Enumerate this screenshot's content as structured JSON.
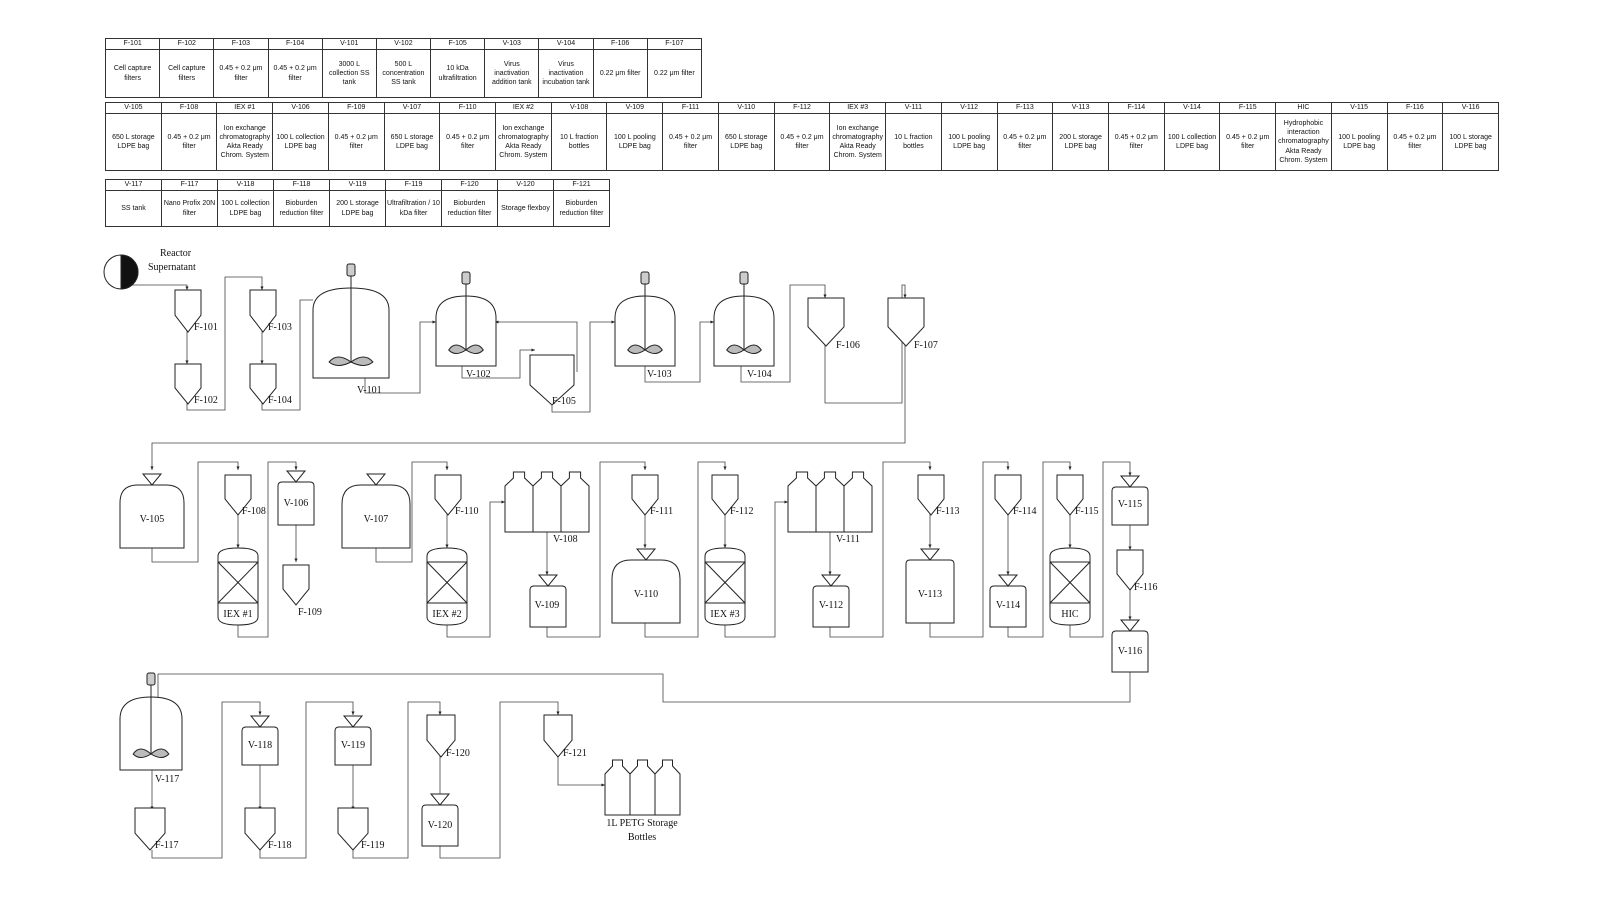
{
  "tables": [
    {
      "rows": [
        {
          "id": "F-101",
          "desc": "Cell capture filters"
        },
        {
          "id": "F-102",
          "desc": "Cell capture filters"
        },
        {
          "id": "F-103",
          "desc": "0.45 + 0.2 μm filter"
        },
        {
          "id": "F-104",
          "desc": "0.45 + 0.2 μm filter"
        },
        {
          "id": "V-101",
          "desc": "3000 L collection SS tank"
        },
        {
          "id": "V-102",
          "desc": "500 L concentration SS tank"
        },
        {
          "id": "F-105",
          "desc": "10 kDa ultrafiltration"
        },
        {
          "id": "V-103",
          "desc": "Virus inactivation addition tank"
        },
        {
          "id": "V-104",
          "desc": "Virus inactivation incubation tank"
        },
        {
          "id": "F-106",
          "desc": "0.22 μm filter"
        },
        {
          "id": "F-107",
          "desc": "0.22 μm filter"
        }
      ]
    },
    {
      "rows": [
        {
          "id": "V-105",
          "desc": "650 L storage LDPE bag"
        },
        {
          "id": "F-108",
          "desc": "0.45 + 0.2 μm filter"
        },
        {
          "id": "IEX #1",
          "desc": "Ion exchange chromatography Akta Ready Chrom. System"
        },
        {
          "id": "V-106",
          "desc": "100 L collection LDPE bag"
        },
        {
          "id": "F-109",
          "desc": "0.45 + 0.2 μm filter"
        },
        {
          "id": "V-107",
          "desc": "650 L storage LDPE bag"
        },
        {
          "id": "F-110",
          "desc": "0.45 + 0.2 μm filter"
        },
        {
          "id": "IEX #2",
          "desc": "Ion exchange chromatography Akta Ready Chrom. System"
        },
        {
          "id": "V-108",
          "desc": "10 L fraction bottles"
        },
        {
          "id": "V-109",
          "desc": "100 L pooling LDPE bag"
        },
        {
          "id": "F-111",
          "desc": "0.45 + 0.2 μm filter"
        },
        {
          "id": "V-110",
          "desc": "650 L storage LDPE bag"
        },
        {
          "id": "F-112",
          "desc": "0.45 + 0.2 μm filter"
        },
        {
          "id": "IEX #3",
          "desc": "Ion exchange chromatography Akta Ready Chrom. System"
        },
        {
          "id": "V-111",
          "desc": "10 L fraction bottles"
        },
        {
          "id": "V-112",
          "desc": "100 L pooling LDPE bag"
        },
        {
          "id": "F-113",
          "desc": "0.45 + 0.2 μm filter"
        },
        {
          "id": "V-113",
          "desc": "200 L storage LDPE bag"
        },
        {
          "id": "F-114",
          "desc": "0.45 + 0.2 μm filter"
        },
        {
          "id": "V-114",
          "desc": "100 L collection LDPE bag"
        },
        {
          "id": "F-115",
          "desc": "0.45 + 0.2 μm filter"
        },
        {
          "id": "HIC",
          "desc": "Hydrophobic interaction chromatography Akta Ready Chrom. System"
        },
        {
          "id": "V-115",
          "desc": "100 L pooling LDPE bag"
        },
        {
          "id": "F-116",
          "desc": "0.45 + 0.2 μm filter"
        },
        {
          "id": "V-116",
          "desc": "100 L storage LDPE bag"
        }
      ]
    },
    {
      "rows": [
        {
          "id": "V-117",
          "desc": "SS tank"
        },
        {
          "id": "F-117",
          "desc": "Nano Profix 20N filter"
        },
        {
          "id": "V-118",
          "desc": "100 L collection LDPE bag"
        },
        {
          "id": "F-118",
          "desc": "Bioburden reduction filter"
        },
        {
          "id": "V-119",
          "desc": "200 L storage LDPE bag"
        },
        {
          "id": "F-119",
          "desc": "Ultrafiltration / 10 kDa filter"
        },
        {
          "id": "F-120",
          "desc": "Bioburden reduction filter"
        },
        {
          "id": "V-120",
          "desc": "Storage flexboy"
        },
        {
          "id": "F-121",
          "desc": "Bioburden reduction filter"
        }
      ]
    }
  ],
  "diagram": {
    "source": "Reactor Supernatant",
    "final": "1L PETG Storage Bottles"
  }
}
